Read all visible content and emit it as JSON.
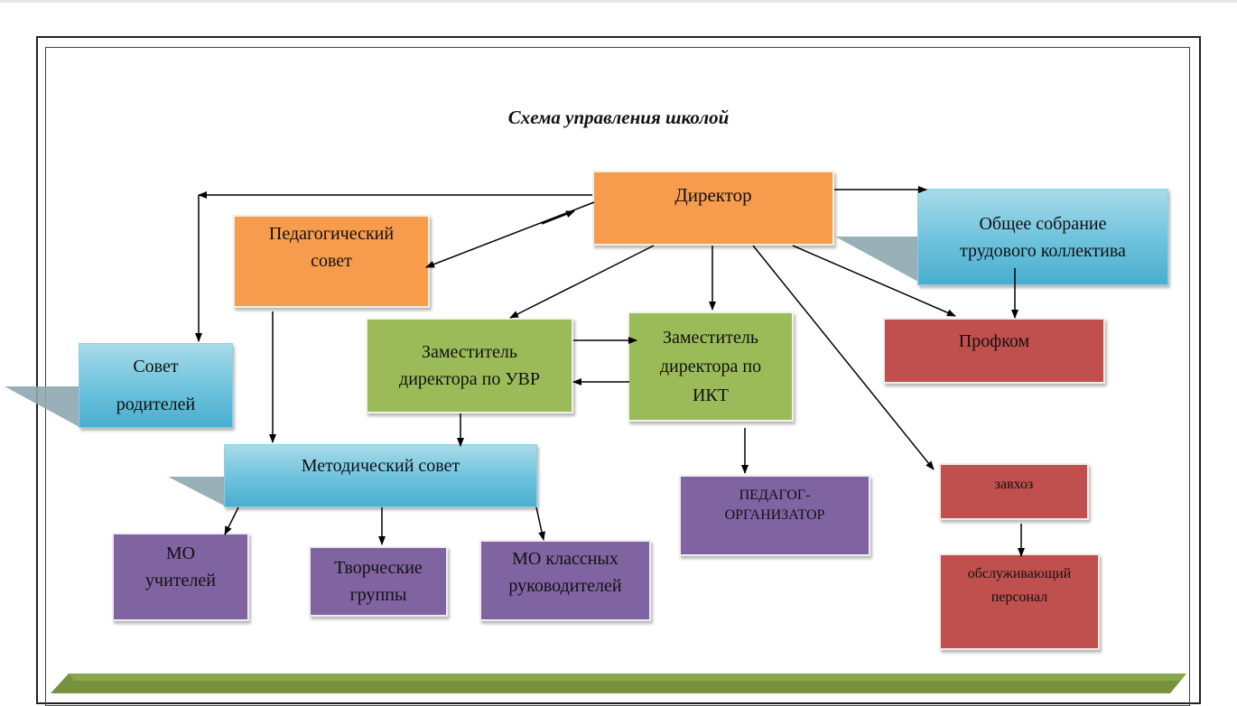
{
  "title": "Схема управления школой",
  "nodes": {
    "director": "Директор",
    "general_meeting": "Общее собрание\nтрудового коллектива",
    "ped_council": "Педагогический\nсовет",
    "deputy_uvr": "Заместитель\nдиректора по УВР",
    "deputy_ikt": "Заместитель\nдиректора по\nИКТ",
    "profkom": "Профком",
    "parents_council": "Совет\nродителей",
    "method_council": "Методический совет",
    "ped_organizer": "ПЕДАГОГ-\nОРГАНИЗАТОР",
    "zavhoz": "завхоз",
    "service_staff": "обслуживающий\nперсонал",
    "mo_teachers": "МО\nучителей",
    "creative_groups": "Творческие\nгруппы",
    "mo_class_leaders": "МО классных\nруководителей"
  },
  "colors": {
    "orange": "#f79b4d",
    "green": "#9bbb59",
    "red": "#c0504d",
    "purple": "#8064a2",
    "cyan": "#4aaecf",
    "band": "#76923c"
  }
}
